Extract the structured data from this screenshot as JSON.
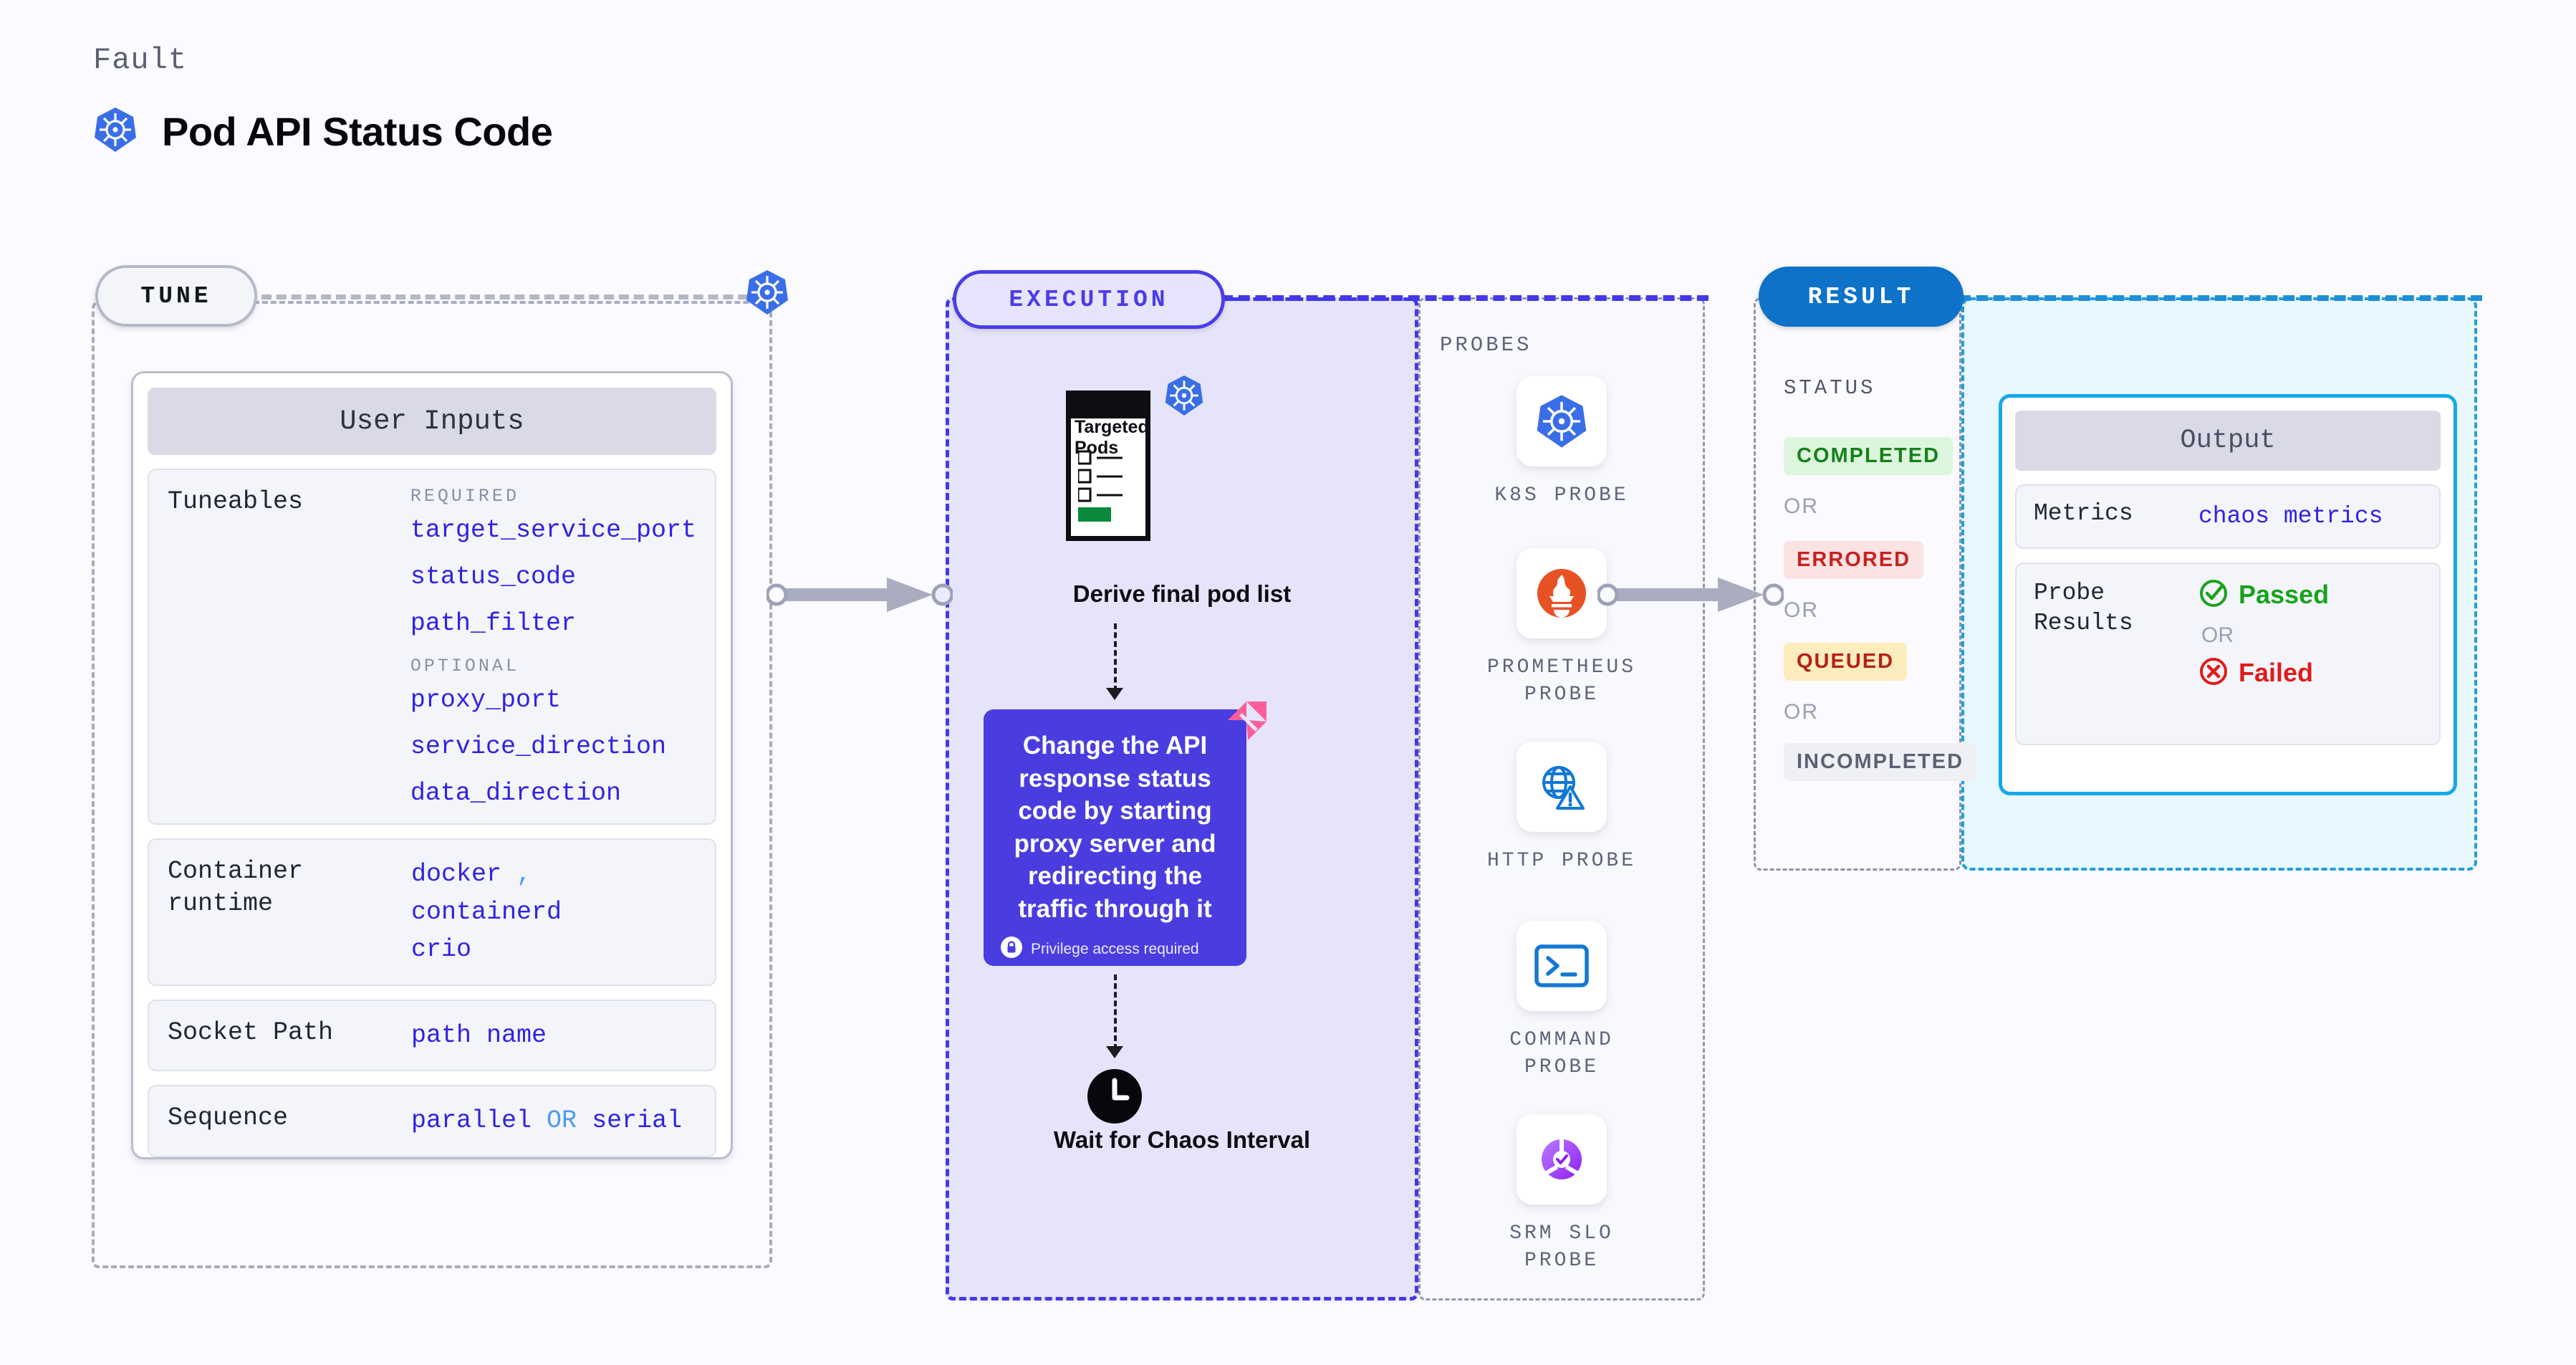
{
  "header": {
    "eyebrow": "Fault",
    "title": "Pod API Status Code",
    "icon": "kubernetes-icon"
  },
  "tune": {
    "badge": "TUNE",
    "icon": "kubernetes-icon",
    "card_title": "User Inputs",
    "tuneables": {
      "key": "Tuneables",
      "required_label": "REQUIRED",
      "required": [
        "target_service_port",
        "status_code",
        "path_filter"
      ],
      "optional_label": "OPTIONAL",
      "optional": [
        "proxy_port",
        "service_direction",
        "data_direction"
      ]
    },
    "container_runtime": {
      "key": "Container runtime",
      "values": [
        "docker",
        "containerd",
        "crio"
      ],
      "separator": ","
    },
    "socket_path": {
      "key": "Socket Path",
      "value": "path name"
    },
    "sequence": {
      "key": "Sequence",
      "value_a": "parallel",
      "or": "OR",
      "value_b": "serial"
    }
  },
  "execution": {
    "badge": "EXECUTION",
    "pods_card_title": "Targeted Pods",
    "pods_card_icon": "kubernetes-icon",
    "derive_caption": "Derive final pod list",
    "action_text": "Change the API response status code by starting proxy server and redirecting the traffic through it",
    "privilege_note": "Privilege access required",
    "privilege_icon": "lock-icon",
    "ribbon_icon": "chaos-flag-icon",
    "wait_icon": "clock-icon",
    "wait_caption": "Wait for Chaos Interval"
  },
  "probes": {
    "title": "PROBES",
    "items": [
      {
        "label": "K8S PROBE",
        "icon": "kubernetes-icon"
      },
      {
        "label": "PROMETHEUS PROBE",
        "icon": "prometheus-icon"
      },
      {
        "label": "HTTP PROBE",
        "icon": "globe-warning-icon"
      },
      {
        "label": "COMMAND PROBE",
        "icon": "terminal-icon"
      },
      {
        "label": "SRM SLO PROBE",
        "icon": "srm-slo-icon"
      }
    ]
  },
  "result": {
    "badge": "RESULT",
    "status_title": "STATUS",
    "or": "OR",
    "statuses": [
      {
        "label": "COMPLETED",
        "bg": "#ddf5dd",
        "fg": "#16801a"
      },
      {
        "label": "ERRORED",
        "bg": "#fbe3e3",
        "fg": "#c9211e"
      },
      {
        "label": "QUEUED",
        "bg": "#fdedbe",
        "fg": "#b52018"
      },
      {
        "label": "INCOMPLETED",
        "bg": "#eef0f5",
        "fg": "#5c6274"
      }
    ],
    "output": {
      "title": "Output",
      "metrics": {
        "key": "Metrics",
        "value": "chaos metrics"
      },
      "probe_results": {
        "key": "Probe Results",
        "passed": "Passed",
        "passed_icon": "check-circle-icon",
        "or": "OR",
        "failed": "Failed",
        "failed_icon": "x-circle-icon"
      }
    }
  },
  "colors": {
    "execution_accent": "#4338ea",
    "result_accent": "#0d72c8",
    "output_accent": "#17a9e8",
    "value_blue": "#3022e3",
    "muted": "#8a8fa2"
  }
}
